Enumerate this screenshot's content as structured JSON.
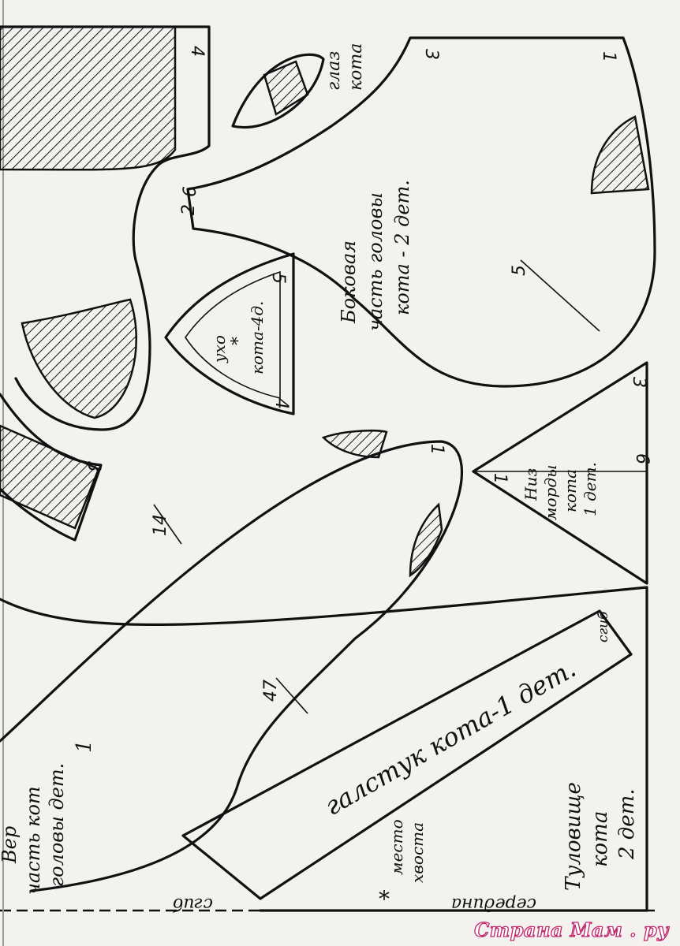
{
  "pieces": {
    "head_top": {
      "line1": "Вер",
      "line2": "часть кот",
      "line3": "головы дет.",
      "count": "1"
    },
    "head_side": {
      "line1": "Боковая",
      "line2": "часть головы",
      "line3": "кота - 2 дет."
    },
    "eye": {
      "line1": "глаз",
      "line2": "кота"
    },
    "ear": {
      "line1": "ухо",
      "star": "*",
      "line2": "кота-4д."
    },
    "muzzle": {
      "line1": "Низ",
      "line2": "морды",
      "line3": "кота",
      "line4": "1 дет."
    },
    "tie": {
      "label": "галстук кота-1 дет.",
      "fold": "сгиб"
    },
    "body": {
      "line1": "Туловище",
      "line2": "кота",
      "line3": "2 дет."
    },
    "tail": {
      "star": "*",
      "line1": "место",
      "line2": "хвоста"
    }
  },
  "edge_labels": {
    "fold": "сгиб",
    "middle": "середина"
  },
  "marks": {
    "m1": "1",
    "m2": "2",
    "m3": "3",
    "m4": "4",
    "m5": "5",
    "m6": "6",
    "m14": "14",
    "m47": "47"
  },
  "watermark": "Страна Мам . ру"
}
